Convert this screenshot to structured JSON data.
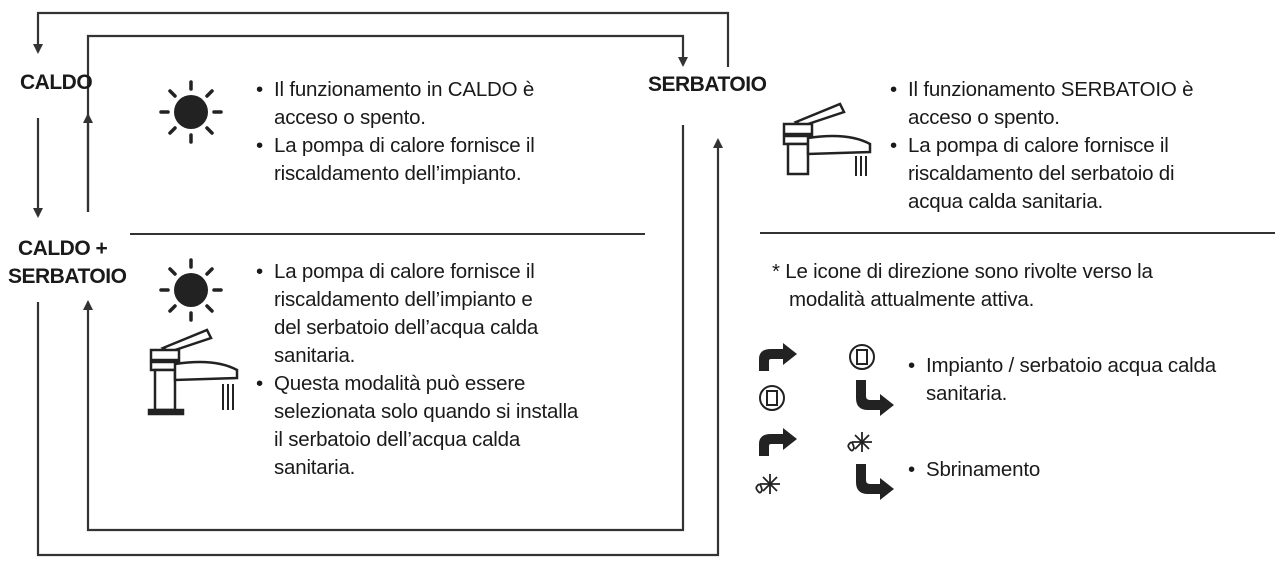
{
  "modes": {
    "caldo": "CALDO",
    "caldo_serbatoio_1": "CALDO +",
    "caldo_serbatoio_2": "SERBATOIO",
    "serbatoio": "SERBATOIO"
  },
  "caldo_text": {
    "b1_l1": "Il funzionamento in CALDO è",
    "b1_l2": "acceso o spento.",
    "b2_l1": "La pompa di calore fornisce il",
    "b2_l2": "riscaldamento dell’impianto."
  },
  "caldo_serbatoio_text": {
    "b1_l1": "La pompa di calore fornisce il",
    "b1_l2": "riscaldamento dell’impianto e",
    "b1_l3": "del serbatoio dell’acqua calda",
    "b1_l4": "sanitaria.",
    "b2_l1": "Questa modalità può essere",
    "b2_l2": "selezionata solo quando si installa",
    "b2_l3": "il serbatoio dell’acqua calda",
    "b2_l4": "sanitaria."
  },
  "serbatoio_text": {
    "b1_l1": "Il funzionamento SERBATOIO è",
    "b1_l2": "acceso o spento.",
    "b2_l1": "La pompa di calore fornisce il",
    "b2_l2": "riscaldamento del serbatoio di",
    "b2_l3": "acqua calda sanitaria."
  },
  "note": {
    "l1": "* Le icone di direzione sono rivolte verso la",
    "l2": "modalità attualmente attiva."
  },
  "legend": {
    "item1_l1": "Impianto / serbatoio acqua calda",
    "item1_l2": "sanitaria.",
    "item2": "Sbrinamento"
  },
  "icons": [
    "sun-icon",
    "tap-icon",
    "direction-arrow-icon",
    "tank-rotate-icon",
    "defrost-icon"
  ]
}
